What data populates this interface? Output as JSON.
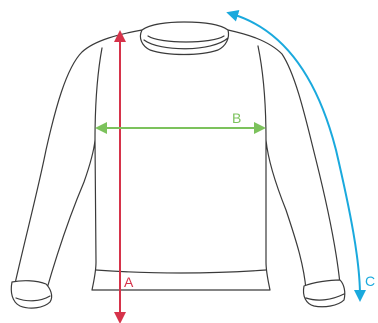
{
  "measurements": [
    {
      "key": "A",
      "label": "A",
      "color": "#d6334a"
    },
    {
      "key": "B",
      "label": "B",
      "color": "#7cc25c"
    },
    {
      "key": "C",
      "label": "C",
      "color": "#1aa9dd"
    }
  ],
  "garment": {
    "icon": "sweatshirt-icon",
    "outline_color": "#3a3a3a"
  }
}
